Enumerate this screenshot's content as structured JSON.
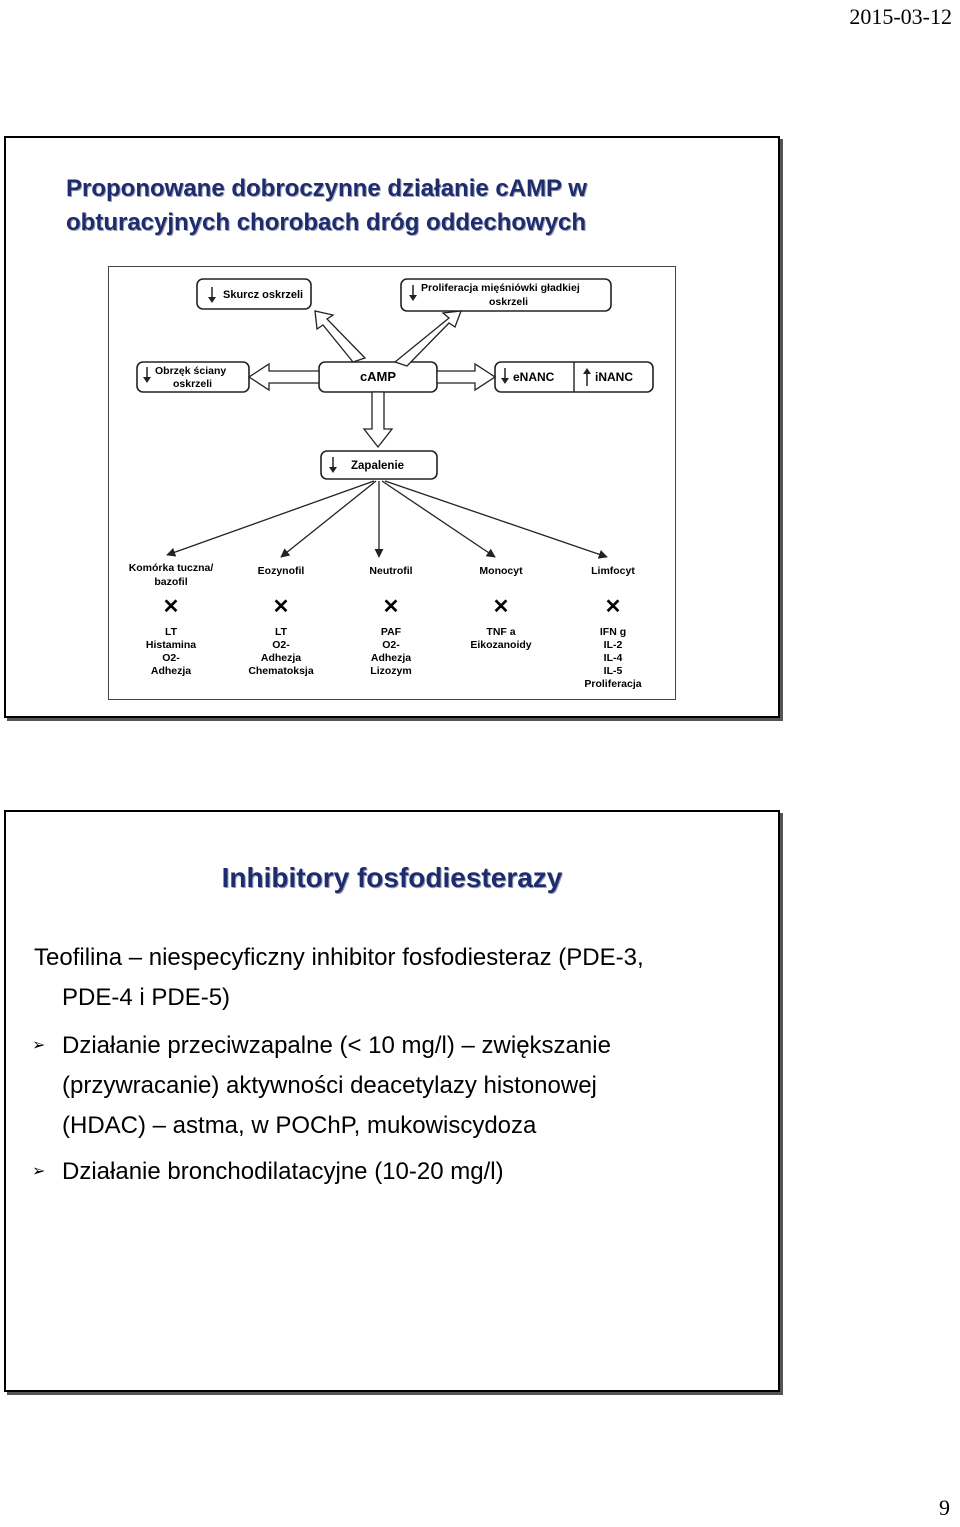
{
  "header": {
    "date": "2015-03-12"
  },
  "footer": {
    "page": "9"
  },
  "slide1": {
    "title_line1": "Proponowane dobroczynne działanie cAMP w",
    "title_line2": "obturacyjnych chorobach dróg oddechowych",
    "figure": {
      "skurcz": "Skurcz oskrzeli",
      "prolif_line1": "Proliferacja mięśniówki gładkiej",
      "prolif_line2": "oskrzeli",
      "obrzek_line1": "Obrzęk ściany",
      "obrzek_line2": "oskrzeli",
      "camp": "cAMP",
      "enanc": "eNANC",
      "inanc": "iNANC",
      "zapalenie": "Zapalenie",
      "cells": [
        {
          "name_line1": "Komórka tuczna/",
          "name_line2": "bazofil",
          "mediators": [
            "LT",
            "Histamina",
            "O2-",
            "Adhezja"
          ]
        },
        {
          "name_line1": "Eozynofil",
          "name_line2": "",
          "mediators": [
            "LT",
            "O2-",
            "Adhezja",
            "Chematoksja"
          ]
        },
        {
          "name_line1": "Neutrofil",
          "name_line2": "",
          "mediators": [
            "PAF",
            "O2-",
            "Adhezja",
            "Lizozym"
          ]
        },
        {
          "name_line1": "Monocyt",
          "name_line2": "",
          "mediators": [
            "TNF a",
            "Eikozanoidy"
          ]
        },
        {
          "name_line1": "Limfocyt",
          "name_line2": "",
          "mediators": [
            "IFN g",
            "IL-2",
            "IL-4",
            "IL-5",
            "Proliferacja"
          ]
        }
      ]
    }
  },
  "slide2": {
    "title": "Inhibitory fosfodiesterazy",
    "para_line1": "Teofilina – niespecyficzny inhibitor fosfodiesteraz (PDE-3,",
    "para_line2": "PDE-4 i PDE-5)",
    "bullet1_line1": "Działanie przeciwzapalne (< 10 mg/l) – zwiększanie",
    "bullet1_line2": "(przywracanie) aktywności deacetylazy histonowej",
    "bullet1_line3": "(HDAC) – astma, w POChP, mukowiscydoza",
    "bullet2": "Działanie bronchodilatacyjne (10-20 mg/l)",
    "bullet_mark": "➢"
  }
}
